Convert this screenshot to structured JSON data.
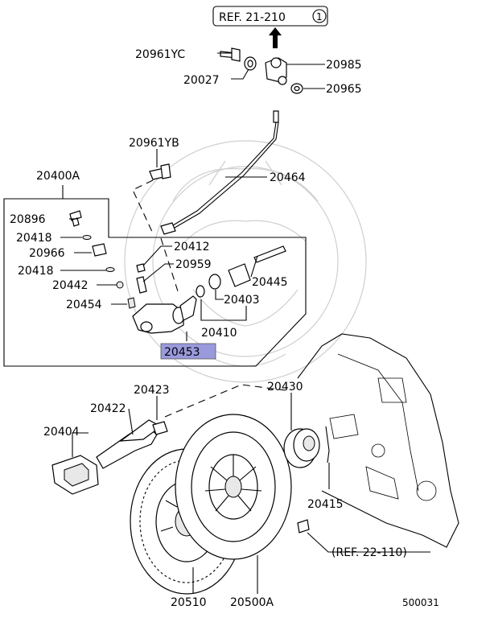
{
  "ref_top": {
    "text": "REF. 21-210",
    "circle": "1"
  },
  "ref_bottom": "(REF. 22-110)",
  "figure_code": "500031",
  "highlight_color": "#9999dd",
  "highlighted_part": "20453",
  "parts": {
    "p20961YC": "20961YC",
    "p20985": "20985",
    "p20027": "20027",
    "p20965": "20965",
    "p20961YB": "20961YB",
    "p20464": "20464",
    "p20400A": "20400A",
    "p20896": "20896",
    "p20418a": "20418",
    "p20966": "20966",
    "p20418b": "20418",
    "p20442": "20442",
    "p20454": "20454",
    "p20412": "20412",
    "p20959": "20959",
    "p20445": "20445",
    "p20403": "20403",
    "p20410": "20410",
    "p20453": "20453",
    "p20423": "20423",
    "p20430": "20430",
    "p20422": "20422",
    "p20404": "20404",
    "p20415": "20415",
    "p20510": "20510",
    "p20500A": "20500A"
  },
  "icons": [
    "arrow-up-icon"
  ]
}
